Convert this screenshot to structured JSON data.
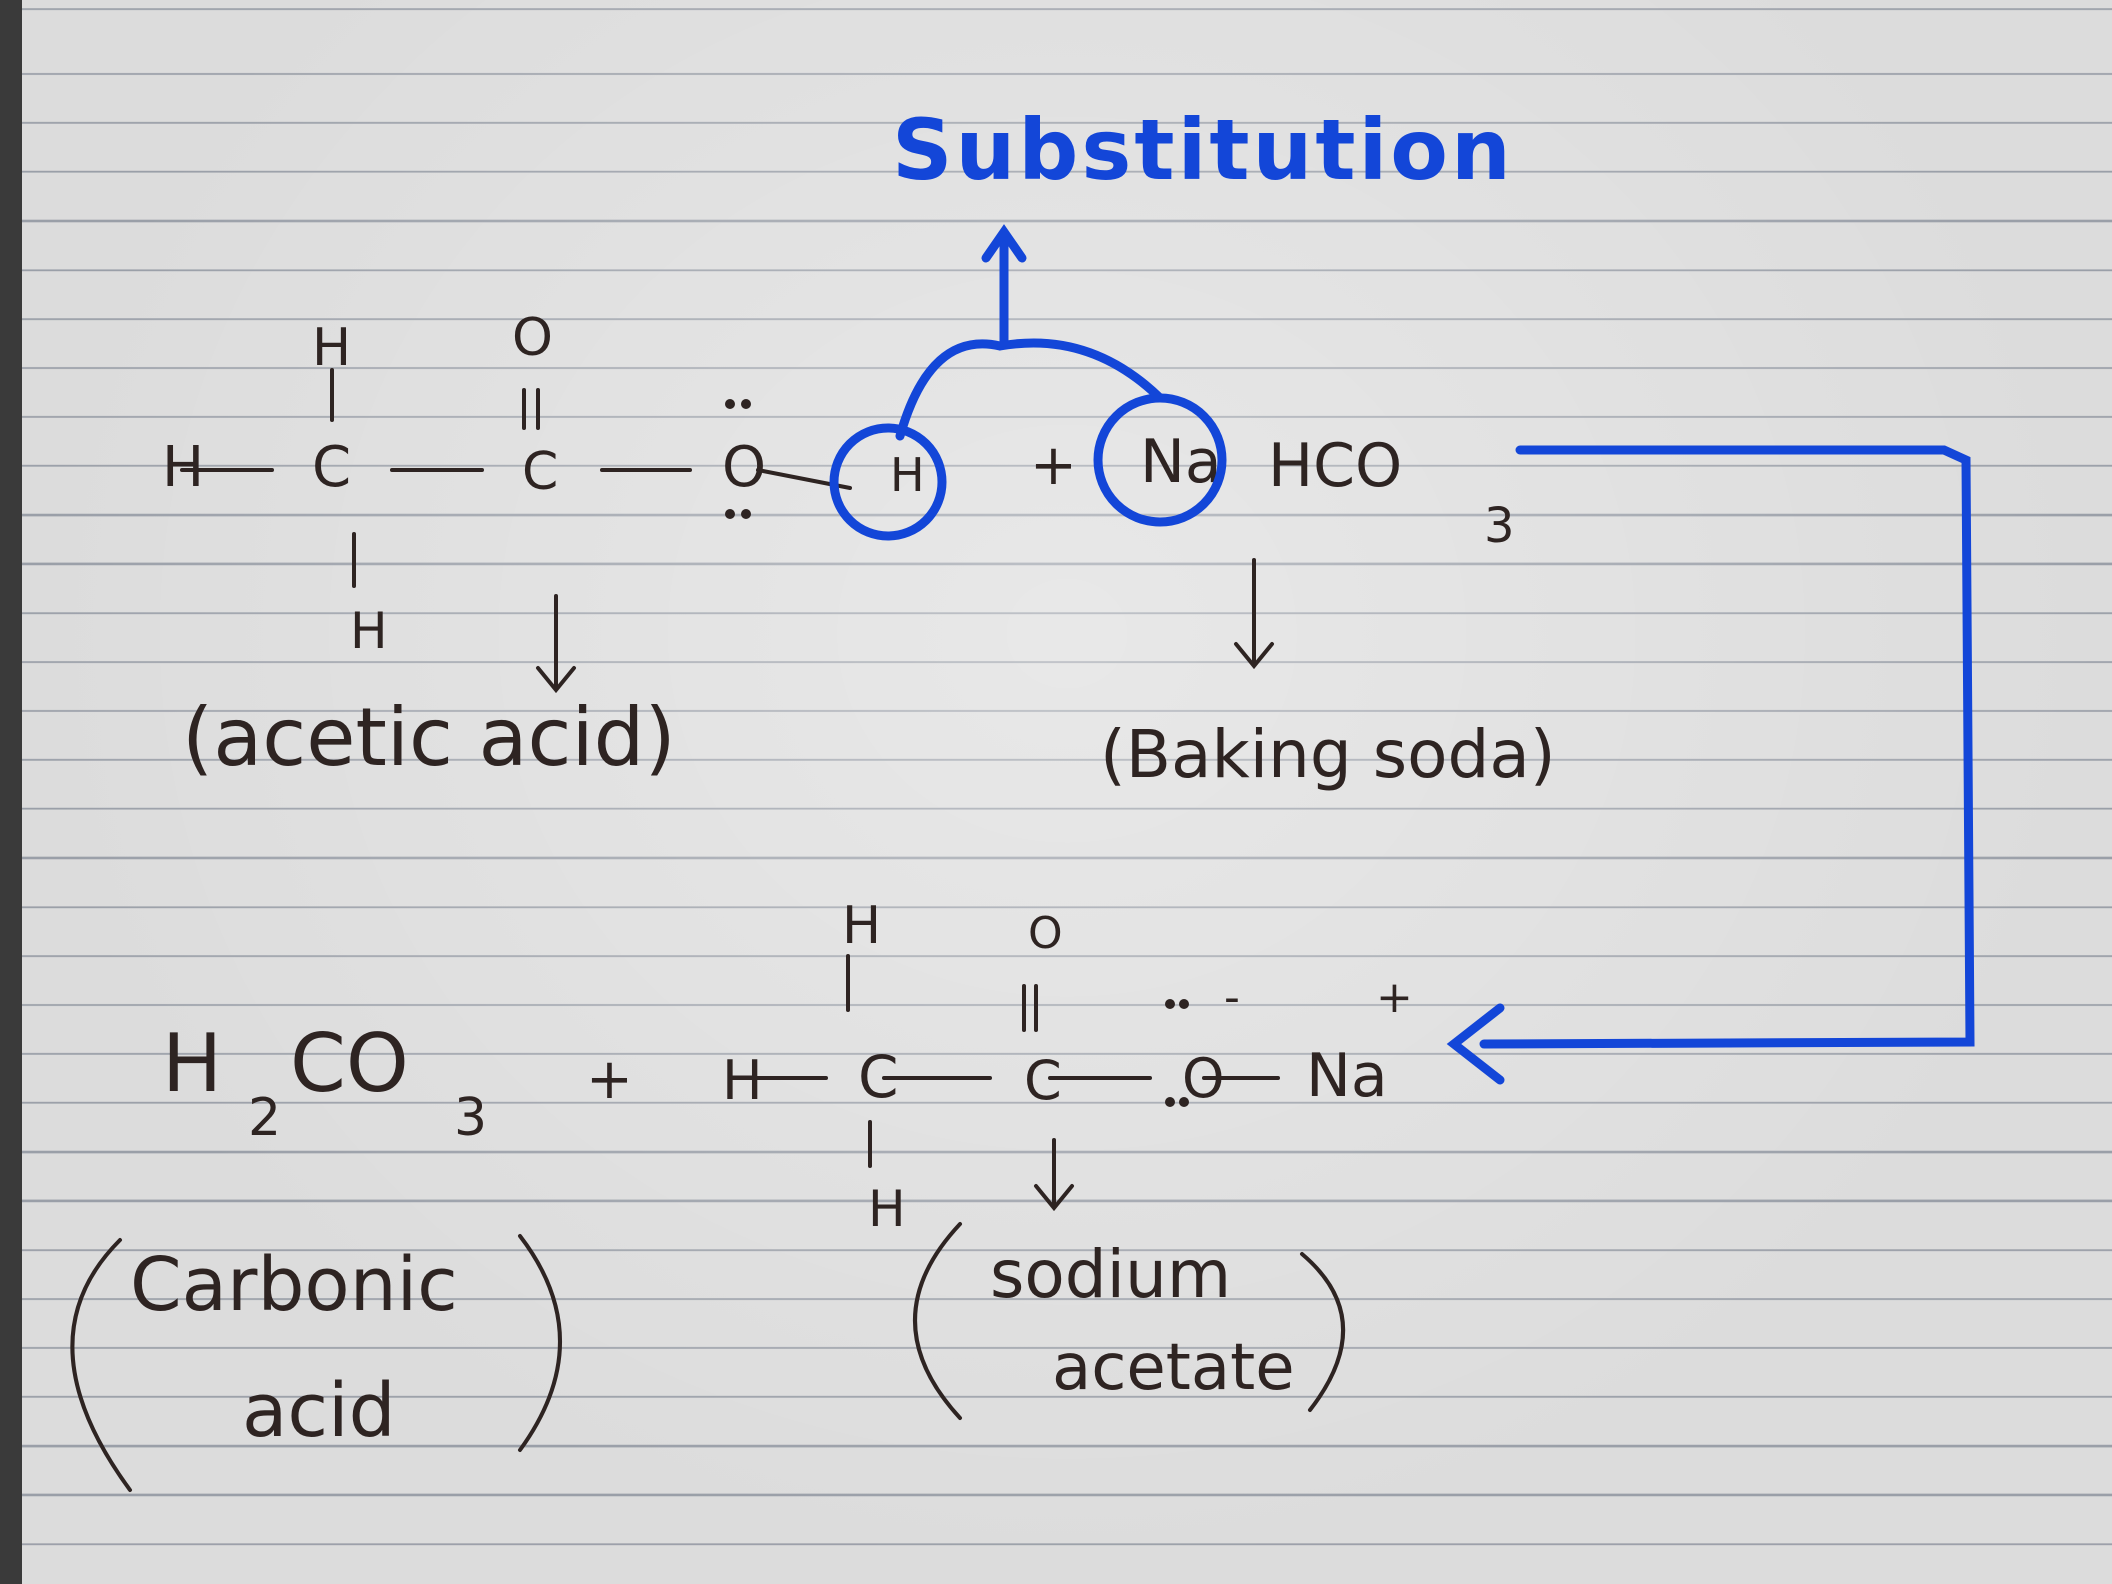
{
  "title": "Substitution",
  "reactant_acid": {
    "top_atoms": [
      "H",
      "O"
    ],
    "chain": [
      "H",
      "C",
      "C",
      "O",
      "H"
    ],
    "bottom_h": "H",
    "name": "(acetic acid)"
  },
  "plus": "+",
  "reactant_base": {
    "na": "Na",
    "rest": "HCO",
    "subscript": "3",
    "name": "(Baking soda)"
  },
  "product_acid": {
    "formula": "H",
    "sub1": "2",
    "mid": "CO",
    "sub2": "3",
    "name_line1": "Carbonic",
    "name_line2": "acid"
  },
  "product_salt": {
    "top_atoms": [
      "H",
      "O"
    ],
    "chain": [
      "H",
      "C",
      "C",
      "O",
      "Na"
    ],
    "bottom_h": "H",
    "charge_minus": "-",
    "charge_plus": "+",
    "name_line1": "sodium",
    "name_line2": "acetate"
  },
  "colors": {
    "ink": "#2e2422",
    "marker": "#1346d8",
    "paper": "#dcdcdc",
    "rule": "#9a9fa8"
  },
  "arrow_icons": [
    "down-arrow-icon",
    "up-arrow-icon",
    "left-arrow-icon"
  ]
}
